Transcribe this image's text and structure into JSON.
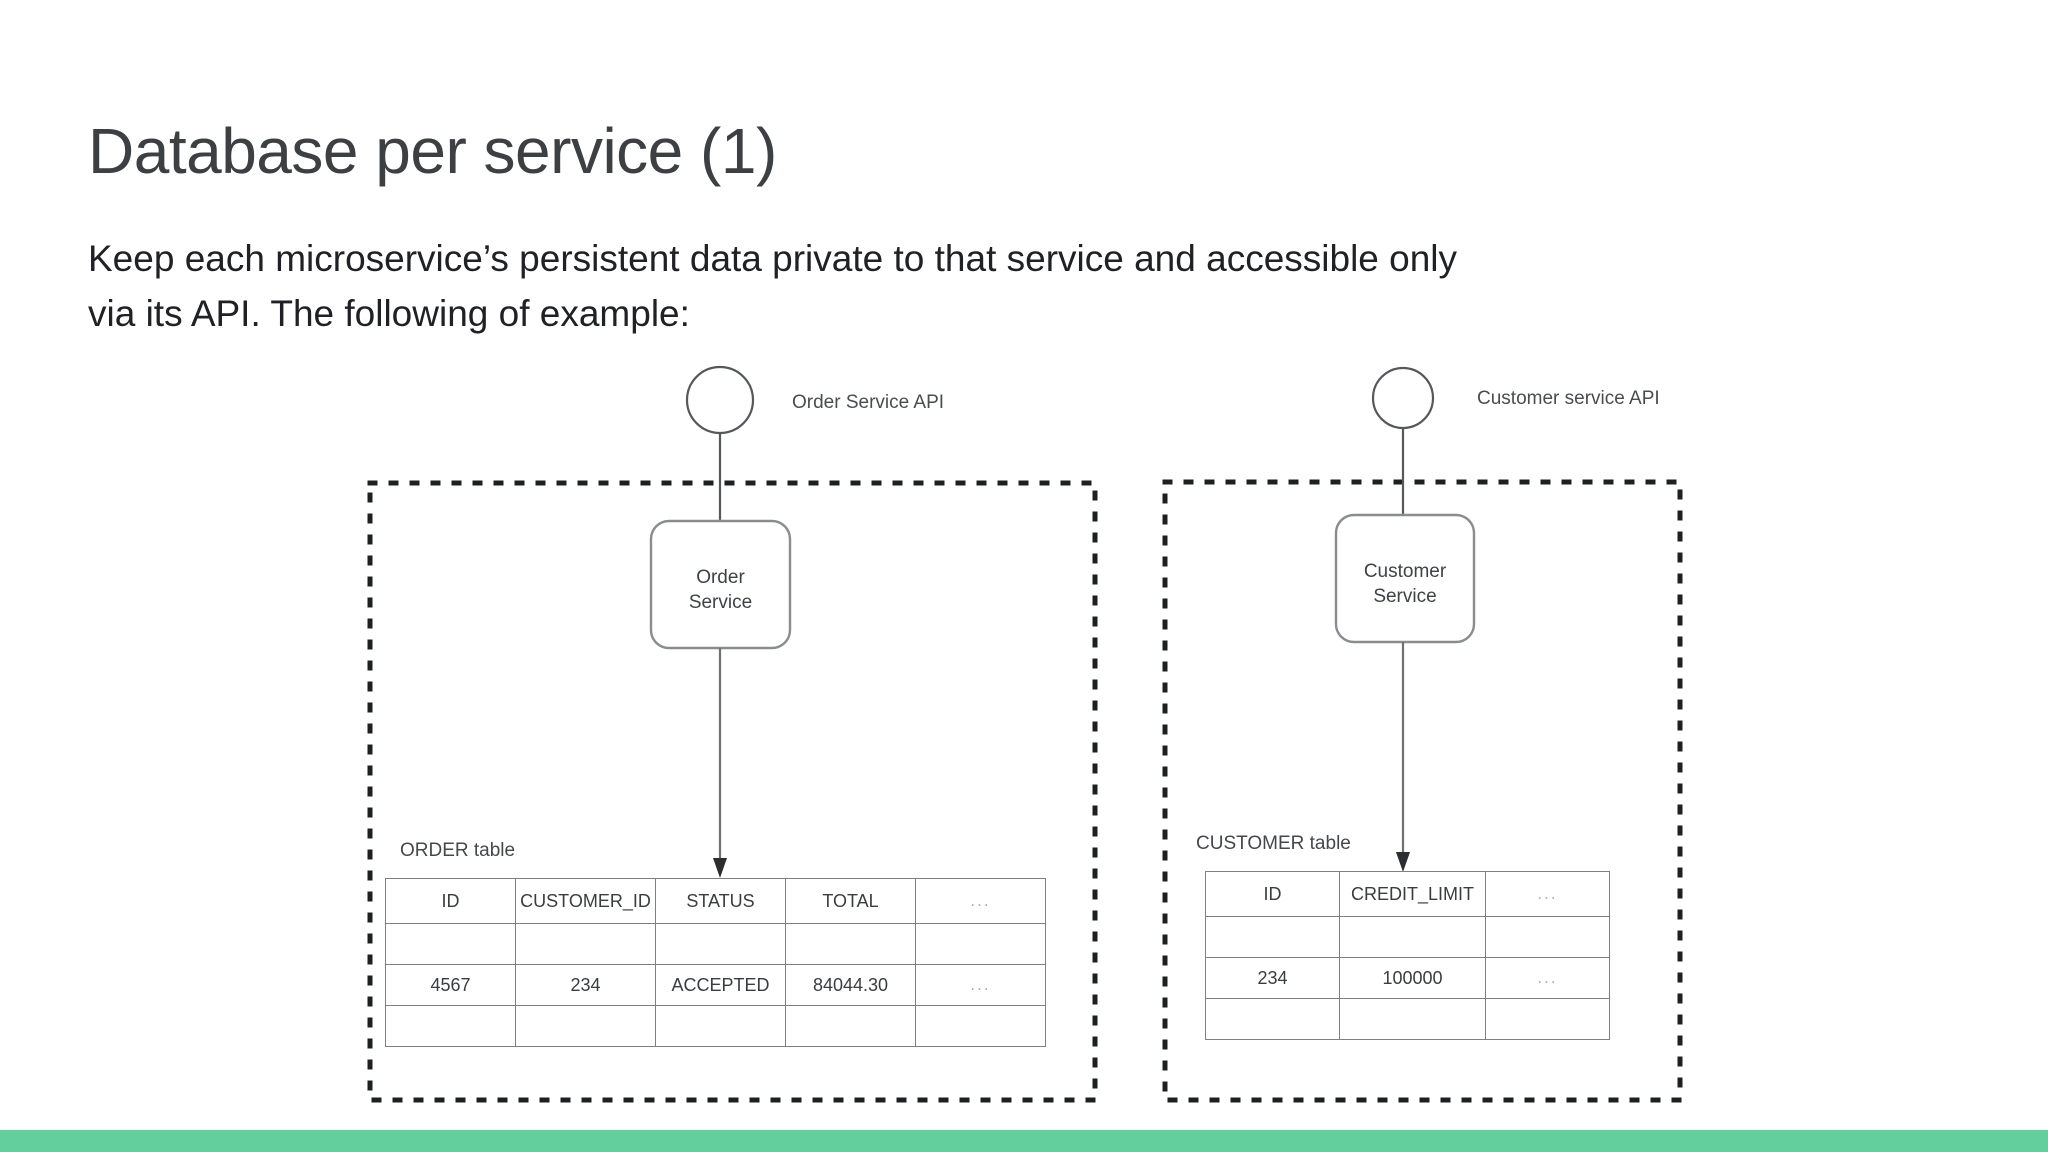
{
  "slide": {
    "title": "Database per service (1)",
    "body_line_1": "Keep each microservice’s persistent data private to that service and accessible only",
    "body_line_2": "via its API. The following of example:",
    "accent_green": "#62cf9c",
    "title_color": "#3c4043",
    "body_color": "#202124",
    "diagram_stroke": "#7d8185"
  },
  "diagram": {
    "left": {
      "api_label": "Order Service API",
      "service_name_line_1": "Order",
      "service_name_line_2": "Service",
      "table_caption": "ORDER table",
      "table": {
        "columns": [
          "ID",
          "CUSTOMER_ID",
          "STATUS",
          "TOTAL",
          "..."
        ],
        "rows": [
          [
            "",
            "",
            "",
            "",
            ""
          ],
          [
            "4567",
            "234",
            "ACCEPTED",
            "84044.30",
            "..."
          ],
          [
            "",
            "",
            "",
            "",
            ""
          ]
        ]
      }
    },
    "right": {
      "api_label": "Customer service API",
      "service_name_line_1": "Customer",
      "service_name_line_2": "Service",
      "table_caption": "CUSTOMER table",
      "table": {
        "columns": [
          "ID",
          "CREDIT_LIMIT",
          "..."
        ],
        "rows": [
          [
            "",
            "",
            ""
          ],
          [
            "234",
            "100000",
            "..."
          ],
          [
            "",
            "",
            ""
          ]
        ]
      }
    }
  }
}
